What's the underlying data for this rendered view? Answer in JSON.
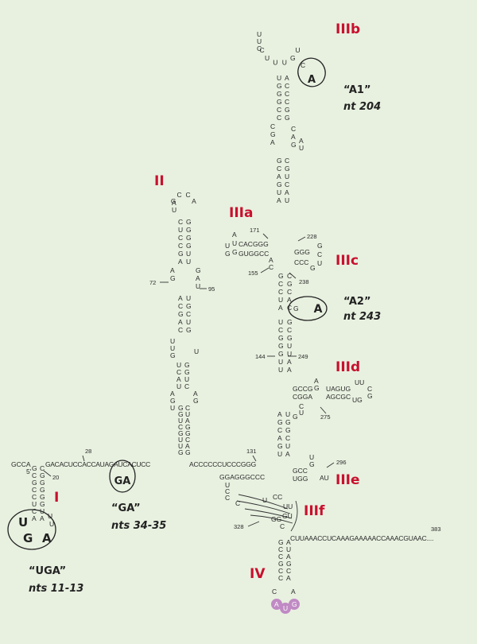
{
  "domains": {
    "I": "I",
    "II": "II",
    "IIIa": "IIIa",
    "IIIb": "IIIb",
    "IIIc": "IIIc",
    "IIId": "IIId",
    "IIIe": "IIIe",
    "IIIf": "IIIf",
    "IV": "IV"
  },
  "callouts": {
    "a1": {
      "title": "“A1”",
      "sub": "nt 204",
      "letter": "A"
    },
    "a2": {
      "title": "“A2”",
      "sub": "nt 243",
      "letter": "A"
    },
    "ga": {
      "title": "“GA”",
      "sub": "nts 34-35",
      "letter": "GA"
    },
    "uga": {
      "title": "“UGA”",
      "sub": "nts 11-13",
      "letters": [
        "U",
        "G",
        "A"
      ]
    }
  },
  "numbers": {
    "n20": "20",
    "n28": "28",
    "n72": "72",
    "n95": "95",
    "n131": "131",
    "n144": "144",
    "n155": "155",
    "n171": "171",
    "n228": "228",
    "n238": "238",
    "n249": "249",
    "n275": "275",
    "n296": "296",
    "n328": "328",
    "n383": "383"
  },
  "sequences": {
    "five_prime": "GCCA",
    "linker1": "GACACUCCACCAUAGAUCACUCC",
    "linker2": "ACCCCCCUCCCGGG",
    "iiif_linker": "GGAGGGCCC",
    "three_prime": "CUUAAACCUCAAAGAAAAACCAAACGUAAC....",
    "loop_iiib": "CUUUGU",
    "loop_iv": "AUG"
  },
  "colors": {
    "background": "#e8f1e0",
    "domain_label": "#c8102e",
    "ink": "#222222",
    "start_codon_fill": "#c08ac4"
  }
}
